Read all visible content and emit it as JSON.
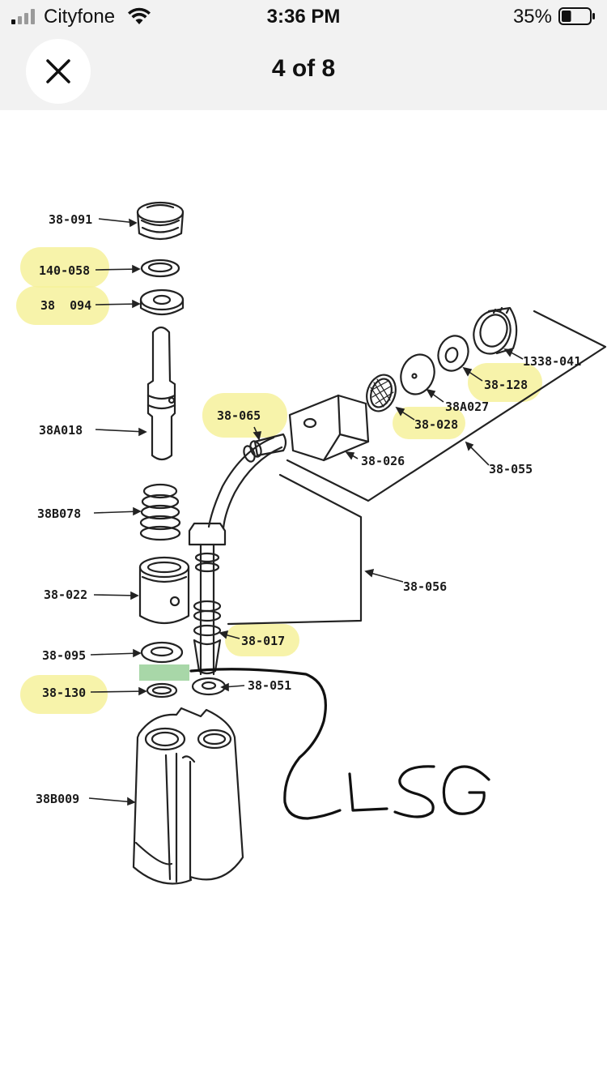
{
  "status_bar": {
    "carrier": "Cityfone",
    "time": "3:36 PM",
    "battery_percent": "35%",
    "battery_level": 0.35,
    "icons": [
      "signal-icon",
      "wifi-icon",
      "battery-icon"
    ]
  },
  "nav": {
    "close_icon": "close-icon",
    "page_counter": "4 of 8"
  },
  "diagram": {
    "labels": {
      "l38091": "38-091",
      "l140058": "140-058",
      "l38094": "38  094",
      "l38A018": "38A018",
      "l38B078": "38B078",
      "l38022": "38-022",
      "l38095": "38-095",
      "l38130": "38-130",
      "l38B009": "38B009",
      "l38065": "38-065",
      "l38026": "38-026",
      "l38028": "38-028",
      "l38A027": "38A027",
      "l38128": "38-128",
      "l1338041": "1338-041",
      "l38055": "38-055",
      "l38056": "38-056",
      "l38017": "38-017",
      "l38051": "38-051"
    },
    "handwriting": "LSG",
    "highlight_color": "#f6f19b",
    "marker_color": "#9fd39f"
  }
}
